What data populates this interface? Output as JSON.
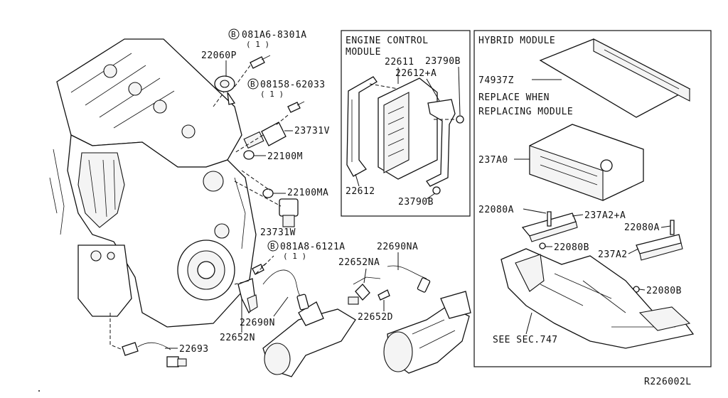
{
  "diagram": {
    "sheet_code": "R226002L",
    "engine_control_module_title": [
      "ENGINE CONTROL",
      "MODULE"
    ],
    "hybrid_module_title": "HYBRID MODULE",
    "hybrid_note": [
      "REPLACE WHEN",
      "REPLACING MODULE"
    ],
    "see_sec": "SEE SEC.747",
    "bolt_refs": [
      {
        "code": "081A6-8301A",
        "qty": "( 1 )"
      },
      {
        "code": "08158-62033",
        "qty": "( 1 )"
      },
      {
        "code": "081A8-6121A",
        "qty": "( 1 )"
      }
    ],
    "bolt_prefix": "B",
    "part_labels": {
      "p22060P": "22060P",
      "p23731V": "23731V",
      "p22100M": "22100M",
      "p22100MA": "22100MA",
      "p23731W": "23731W",
      "p22611": "22611",
      "p22612A": "22612+A",
      "p23790B_top": "23790B",
      "p22612": "22612",
      "p23790B_bot": "23790B",
      "p74937Z": "74937Z",
      "p237A0": "237A0",
      "p22080A_left": "22080A",
      "p237A2A": "237A2+A",
      "p22080A_right": "22080A",
      "p22080B_left": "22080B",
      "p237A2": "237A2",
      "p22080B_right": "22080B",
      "p22690NA": "22690NA",
      "p22652NA": "22652NA",
      "p22652D": "22652D",
      "p22690N": "22690N",
      "p22652N": "22652N",
      "p22693": "22693"
    }
  }
}
